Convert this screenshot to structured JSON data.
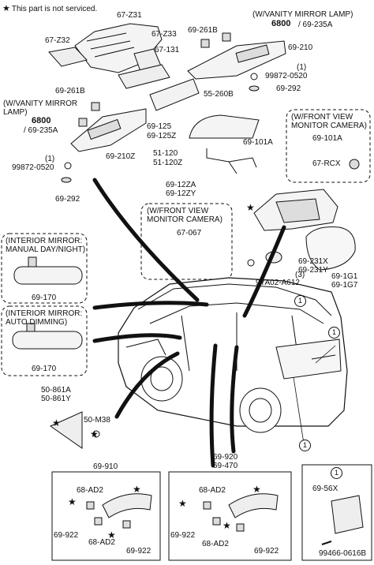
{
  "note": {
    "symbol": "★",
    "text": "This part is not serviced."
  },
  "callouts": {
    "vanity_right": [
      "(W/VANITY MIRROR LAMP)"
    ],
    "vanity_left": [
      "(W/VANITY MIRROR",
      "LAMP)"
    ],
    "fv_top": [
      "(W/FRONT VIEW",
      "MONITOR CAMERA)"
    ],
    "fv_mid": [
      "(W/FRONT VIEW",
      "MONITOR CAMERA)"
    ],
    "mirror_manual": [
      "(INTERIOR MIRROR:",
      "MANUAL DAY/NIGHT)"
    ],
    "mirror_auto": [
      "(INTERIOR MIRROR:",
      "AUTO DIMMING)"
    ]
  },
  "parts": {
    "p67Z31": "67-Z31",
    "p67Z32": "67-Z32",
    "p67Z33": "67-Z33",
    "p67131": "67-131",
    "p69261B_a": "69-261B",
    "p69261B_b": "69-261B",
    "p6800_a": "6800",
    "p69235A_a": "/ 69-235A",
    "p6800_b": "6800",
    "p69235A_b": "/ 69-235A",
    "p69210": "69-210",
    "p99872_a_qty": "(1)",
    "p99872_a": "99872-0520",
    "p69292_a": "69-292",
    "p55260B": "55-260B",
    "p69210Z": "69-210Z",
    "p99872_b_qty": "(1)",
    "p99872_b": "99872-0520",
    "p69292_b": "69-292",
    "p69125": "69-125",
    "p69125Z": "69-125Z",
    "p69101A_a": "69-101A",
    "p69101A_b": "69-101A",
    "p67RCX": "67-RCX",
    "p51120": "51-120",
    "p51120Z": "51-120Z",
    "p6912ZA": "69-12ZA",
    "p6912ZY": "69-12ZY",
    "p67067": "67-067",
    "p69231X": "69-231X",
    "p69231Y": "69-231Y",
    "p9YA02_qty": "(3)",
    "p9YA02": "9YA02-A612",
    "p691G1": "69-1G1",
    "p691G7": "69-1G7",
    "p69170_a": "69-170",
    "p69170_b": "69-170",
    "p50861A": "50-861A",
    "p50861Y": "50-861Y",
    "p50M38": "50-M38",
    "p69910": "69-910",
    "p69920": "69-920",
    "p69470": "69-470",
    "p68AD2_1": "68-AD2",
    "p68AD2_2": "68-AD2",
    "p68AD2_3": "68-AD2",
    "p68AD2_4": "68-AD2",
    "p69922_1": "69-922",
    "p69922_2": "69-922",
    "p69922_3": "69-922",
    "p69922_4": "69-922",
    "p6956X": "69-56X",
    "p99466": "99466-0616B"
  },
  "refs": {
    "c1": "1",
    "c2": "1",
    "c3": "1",
    "c4": "1"
  },
  "stars": {
    "s": "★"
  },
  "colors": {
    "line": "#111111",
    "dash": "#555555",
    "bg": "#ffffff"
  }
}
